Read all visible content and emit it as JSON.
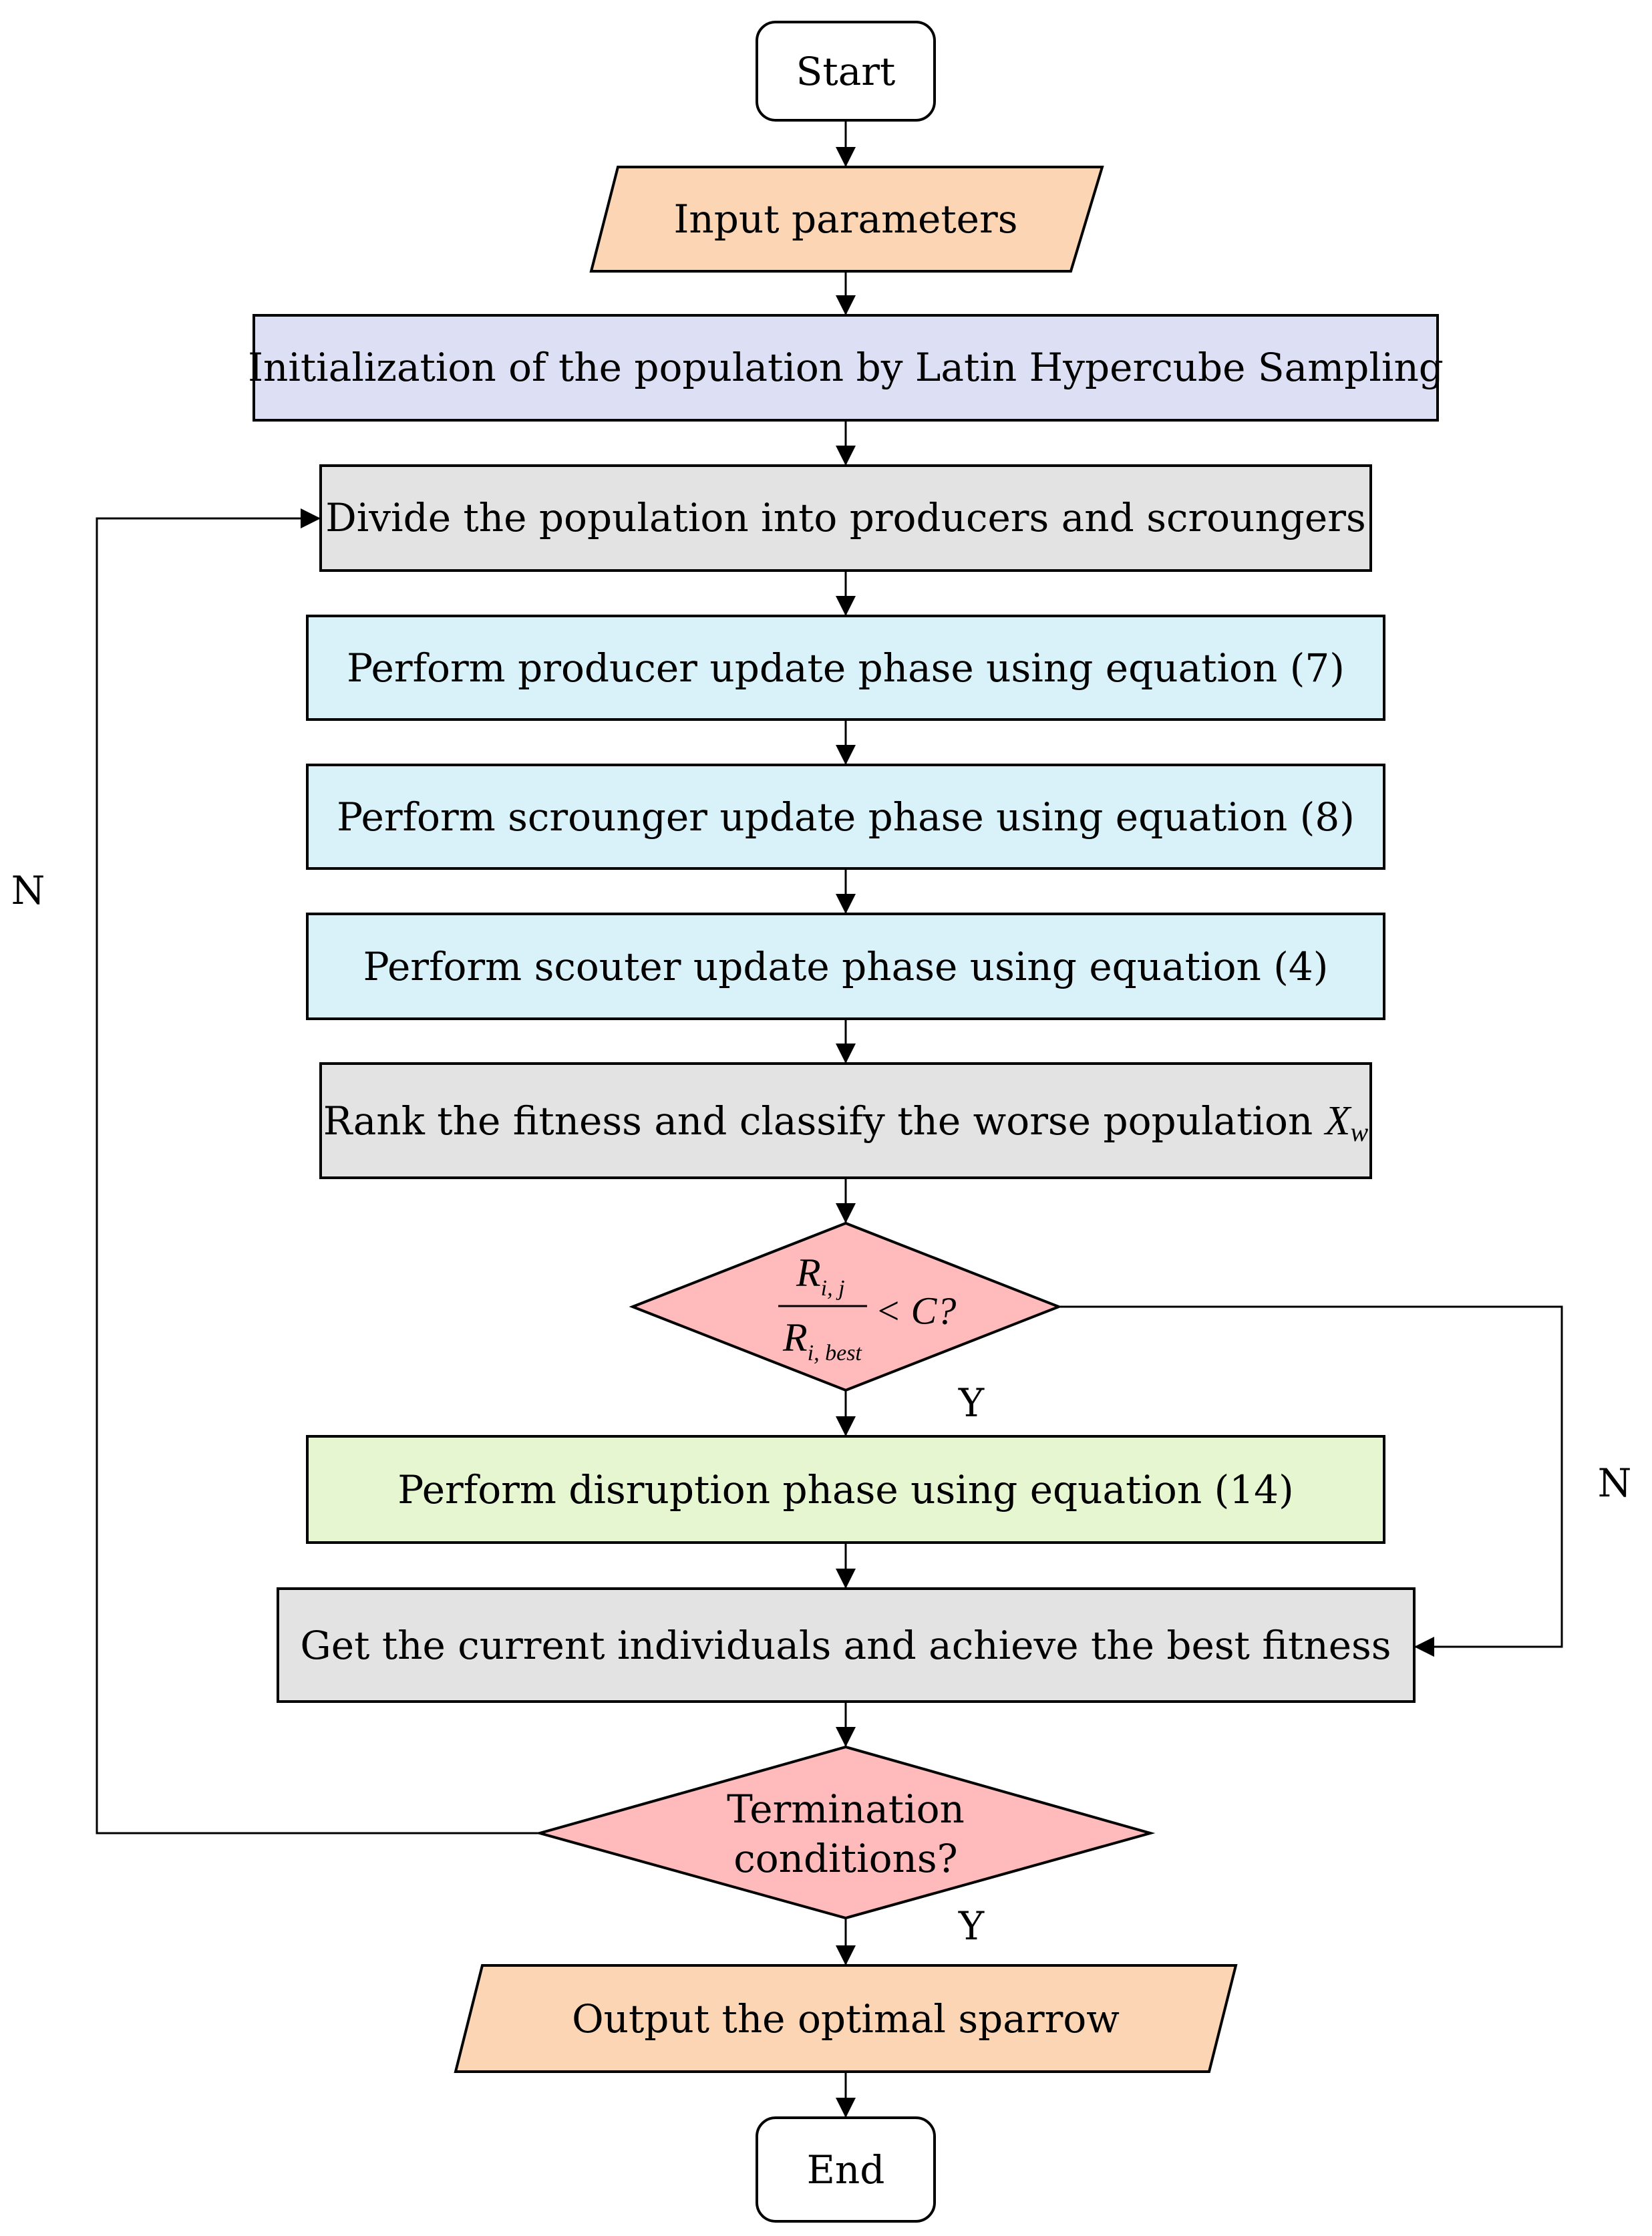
{
  "colors": {
    "terminal": "#ffffff",
    "io": "#fbd5b4",
    "init": "#dde0f4",
    "gray": "#e3e3e3",
    "phase": "#d9f1f9",
    "decision": "#ffbbbb",
    "disruption": "#e6f6d1"
  },
  "nodes": {
    "start": "Start",
    "input": "Input parameters",
    "init": "Initialization of the population by Latin Hypercube Sampling",
    "divide": "Divide the population into producers and scroungers",
    "producer": "Perform producer update phase using equation (7)",
    "scrounger": "Perform scrounger update phase using equation (8)",
    "scouter": "Perform scouter update phase using equation (4)",
    "rank_text": "Rank the fitness and classify the worse population ",
    "rank_symbol": "X",
    "rank_subscript": "w",
    "decision1": {
      "numerator": "R",
      "numerator_sub": "i, j",
      "denominator": "R",
      "denominator_sub": "i, best",
      "comparison": "< C?"
    },
    "disruption": "Perform disruption phase using equation (14)",
    "get_current": "Get the current individuals and achieve the best fitness",
    "termination_line1": "Termination",
    "termination_line2": "conditions?",
    "output": "Output the optimal sparrow",
    "end": "End"
  },
  "edge_labels": {
    "decision1_yes": "Y",
    "decision1_no": "N",
    "termination_yes": "Y",
    "termination_no": "N"
  }
}
